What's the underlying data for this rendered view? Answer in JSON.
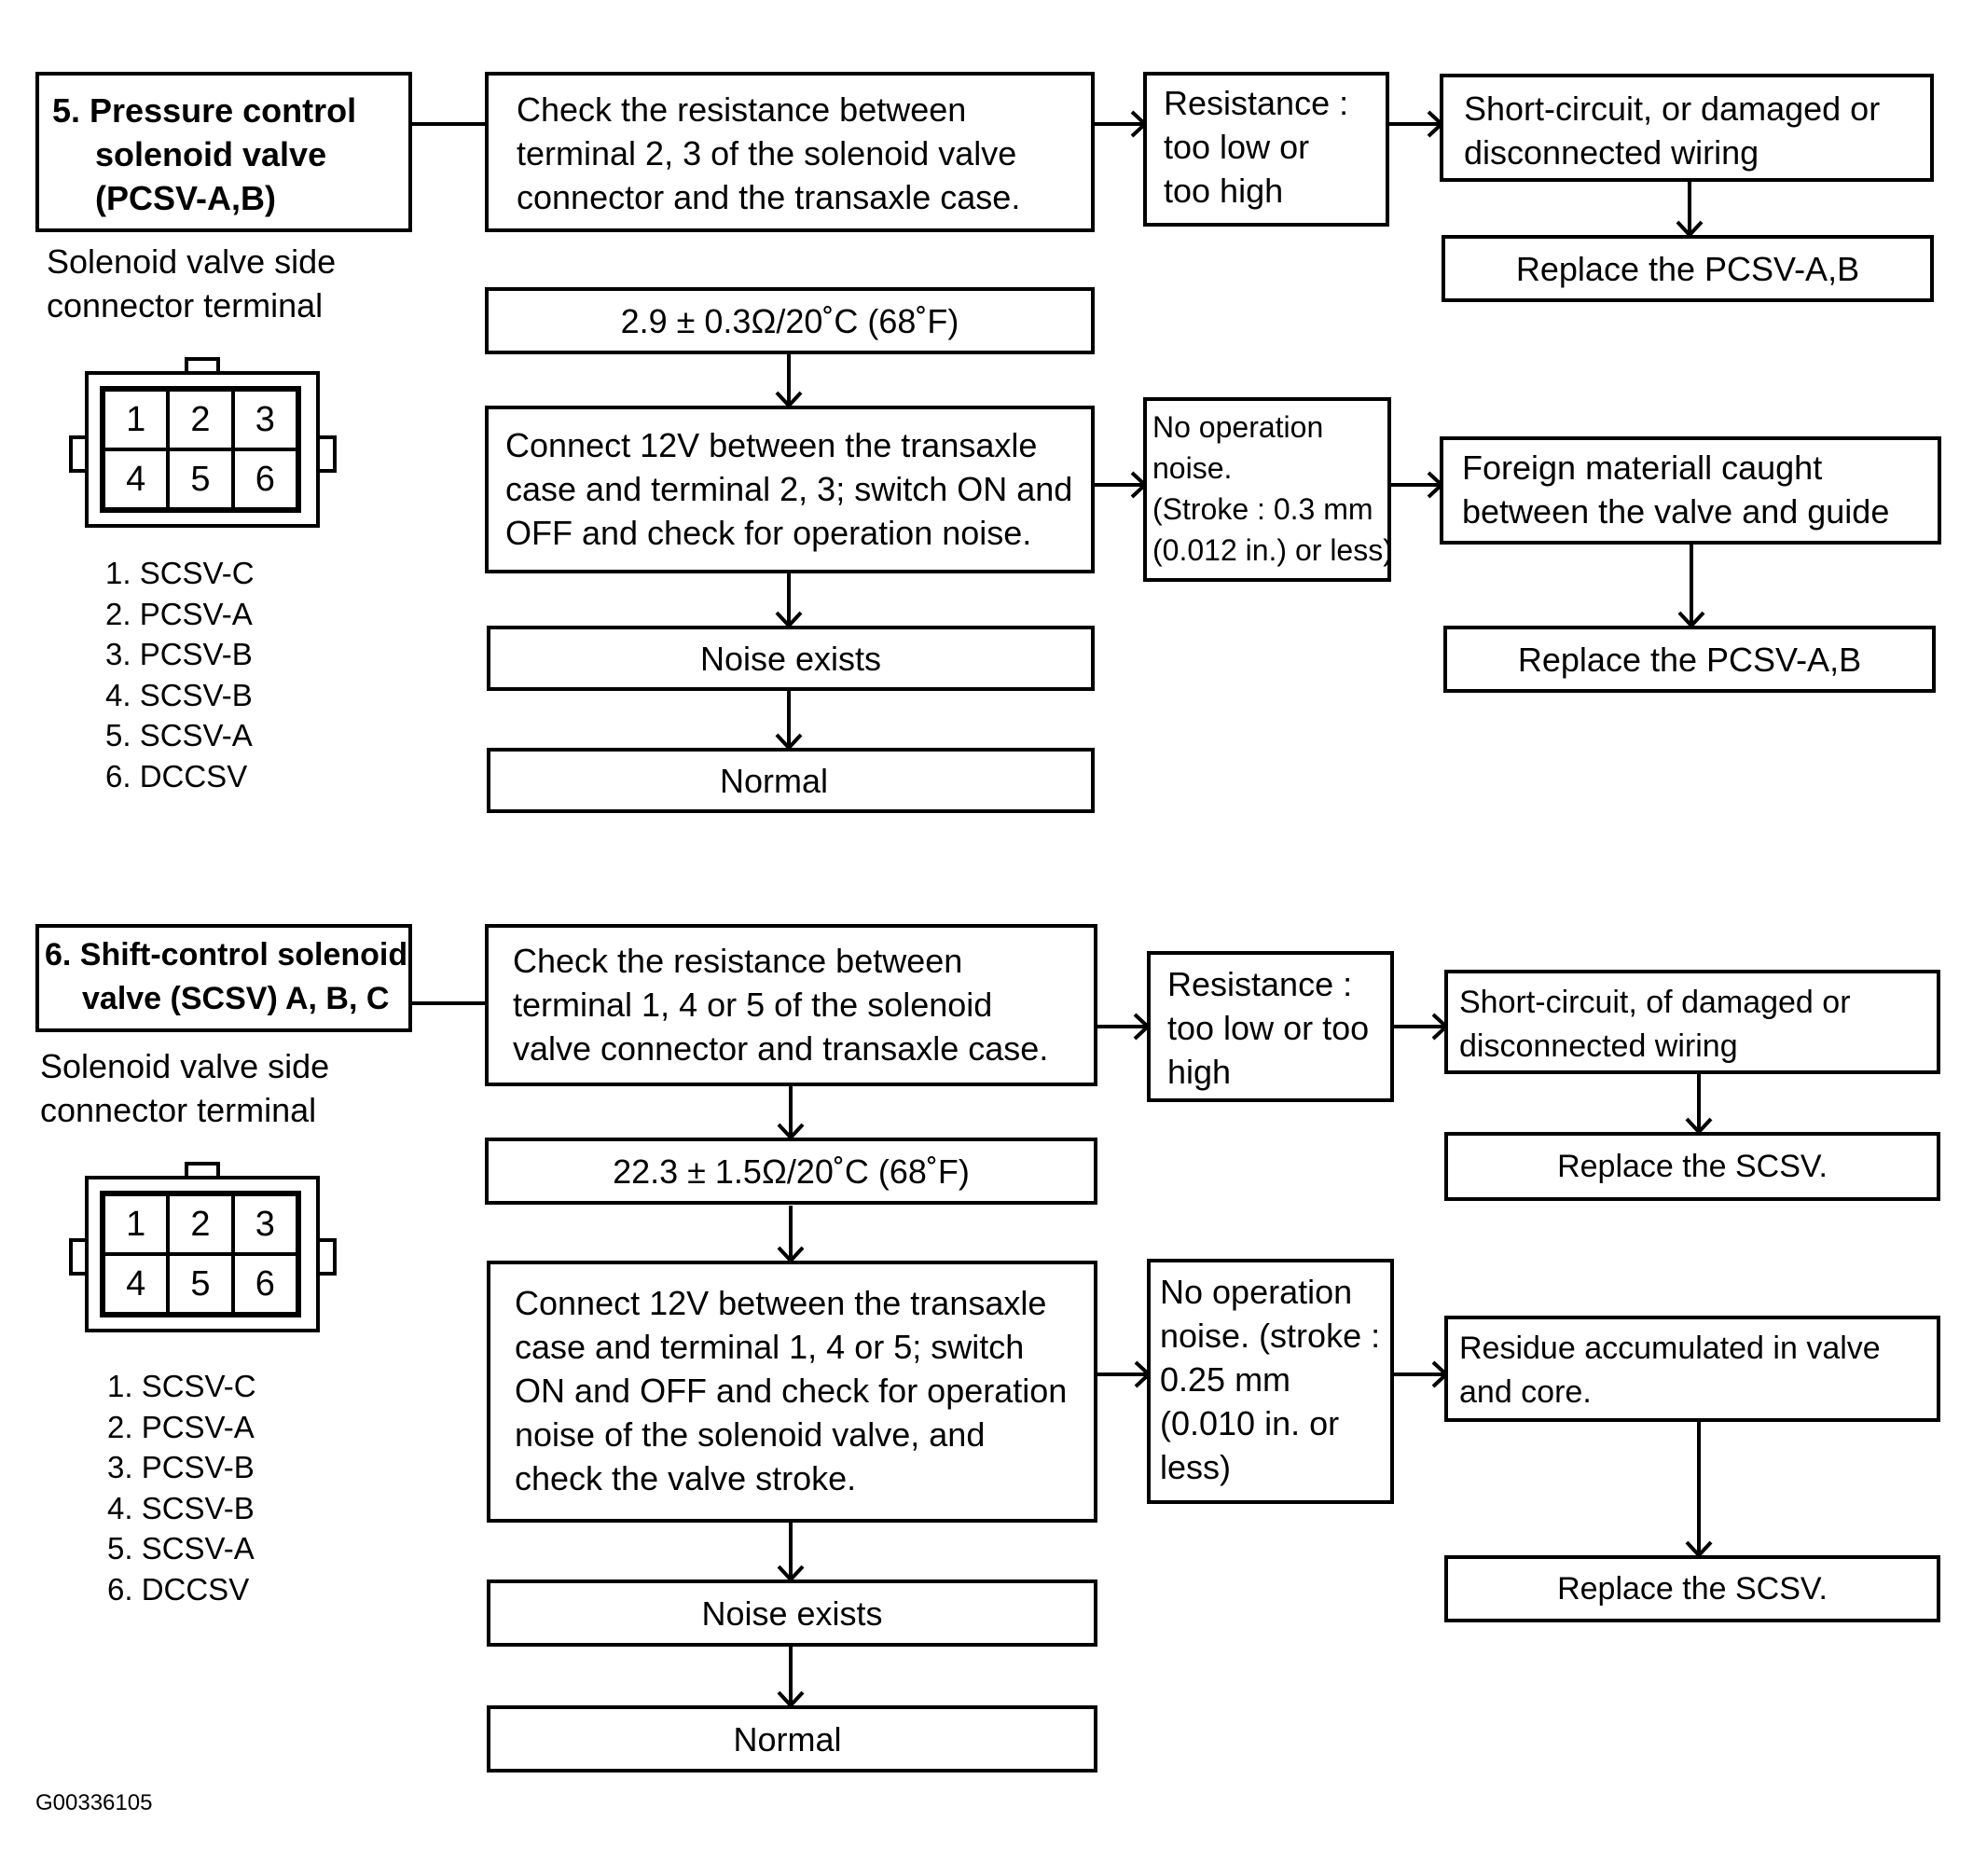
{
  "figure_id": "G00336105",
  "section5": {
    "title": [
      "5. Pressure control",
      "solenoid valve",
      "(PCSV-A,B)"
    ],
    "side_label": [
      "Solenoid valve side",
      "connector terminal"
    ],
    "connector_pins": [
      "1",
      "2",
      "3",
      "4",
      "5",
      "6"
    ],
    "pin_list": [
      "1. SCSV-C",
      "2. PCSV-A",
      "3. PCSV-B",
      "4. SCSV-B",
      "5. SCSV-A",
      "6. DCCSV"
    ],
    "check_resistance": [
      "Check the resistance between",
      "terminal 2, 3 of the solenoid valve",
      "connector and the transaxle case."
    ],
    "spec": "2.9 ± 0.3Ω/20˚C (68˚F)",
    "connect_12v": [
      "Connect 12V between the transaxle",
      "case and terminal 2, 3; switch ON and",
      "OFF and check for operation noise."
    ],
    "noise_exists": "Noise exists",
    "normal": "Normal",
    "resistance_fault": [
      "Resistance :",
      "too low or",
      "too high"
    ],
    "wiring_fault": [
      "Short-circuit, or damaged or",
      "disconnected wiring"
    ],
    "replace_1": "Replace the PCSV-A,B",
    "no_noise": [
      "No operation",
      "noise.",
      "(Stroke : 0.3 mm",
      "(0.012 in.) or less)"
    ],
    "foreign_material": [
      "Foreign materiall caught",
      "between the valve and guide"
    ],
    "replace_2": "Replace the PCSV-A,B"
  },
  "section6": {
    "title": [
      "6. Shift-control solenoid",
      "valve (SCSV) A, B, C"
    ],
    "side_label": [
      "Solenoid valve side",
      "connector terminal"
    ],
    "connector_pins": [
      "1",
      "2",
      "3",
      "4",
      "5",
      "6"
    ],
    "pin_list": [
      "1. SCSV-C",
      "2. PCSV-A",
      "3. PCSV-B",
      "4. SCSV-B",
      "5. SCSV-A",
      "6. DCCSV"
    ],
    "check_resistance": [
      "Check the resistance between",
      "terminal 1, 4 or 5 of the solenoid",
      "valve connector and transaxle case."
    ],
    "spec": "22.3 ± 1.5Ω/20˚C (68˚F)",
    "connect_12v": [
      "Connect 12V between the transaxle",
      "case and terminal 1, 4 or 5; switch",
      "ON and OFF and check for operation",
      "noise of the solenoid valve, and",
      "check the valve stroke."
    ],
    "noise_exists": "Noise exists",
    "normal": "Normal",
    "resistance_fault": [
      "Resistance :",
      "too low or too",
      "high"
    ],
    "wiring_fault": [
      "Short-circuit, of damaged or",
      "disconnected wiring"
    ],
    "replace_1": "Replace the SCSV.",
    "no_noise": [
      "No operation",
      "noise. (stroke :",
      "0.25 mm",
      "(0.010 in. or",
      "less)"
    ],
    "residue": [
      "Residue accumulated in valve",
      "and core."
    ],
    "replace_2": "Replace the SCSV."
  }
}
